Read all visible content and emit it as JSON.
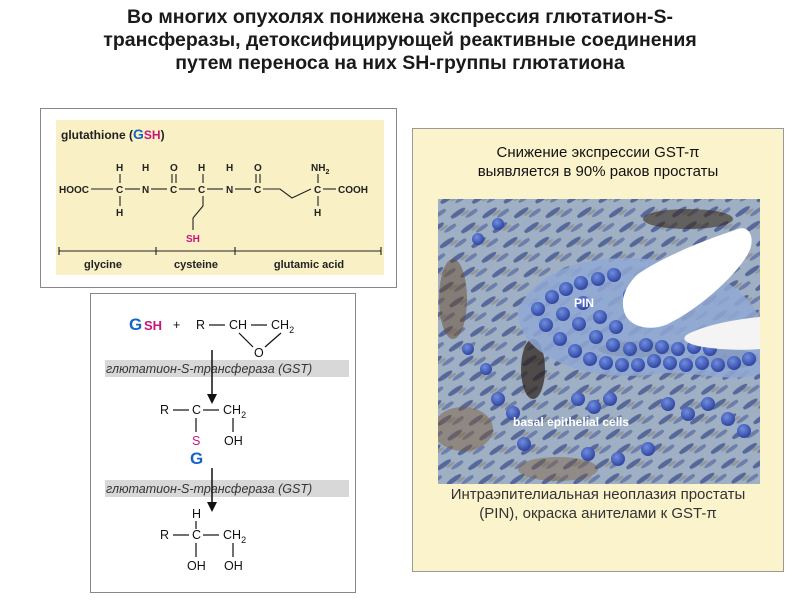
{
  "slide": {
    "title_line1": "Во многих опухолях понижена экспрессия глютатион-S-",
    "title_line2": "трансферазы, детоксифицирующей реактивные соединения",
    "title_line3": "путем переноса на них SH-группы глютатиона"
  },
  "glutathione": {
    "label_name": "glutathione (",
    "label_g": "G",
    "label_sh": "SH",
    "label_close": ")",
    "atoms": {
      "h": "H",
      "o": "O",
      "c": "C",
      "n": "N",
      "hooc": "HOOC",
      "cooh": "COOH",
      "nh": "NH",
      "nh_sub": "2",
      "sh": "SH"
    },
    "segments": [
      "glycine",
      "cysteine",
      "glutamic acid"
    ],
    "colors": {
      "g_blue": "#1565c8",
      "sh_magenta": "#c8147a"
    }
  },
  "reaction": {
    "reactant_g": "G",
    "reactant_sh": "SH",
    "plus": "+",
    "r": "R",
    "dash": "—",
    "ch": "CH",
    "ch2": "CH",
    "sub2": "2",
    "o": "O",
    "c": "C",
    "h": "H",
    "s": "S",
    "oh": "OH",
    "g_mid": "G",
    "enzyme1": "глютатион-S-трансфераза (GST)",
    "enzyme2": "глютатион-S-трансфераза (GST)"
  },
  "prostate": {
    "heading_line1": "Снижение экспрессии GST-π",
    "heading_line2": "выявляется в 90% раков простаты",
    "image_label_pin": "PIN",
    "image_label_basal": "basal epithelial cells",
    "caption_line1": "Интраэпителиальная неоплазия простаты",
    "caption_line2": "(PIN), окраска анителами к GST-π"
  }
}
